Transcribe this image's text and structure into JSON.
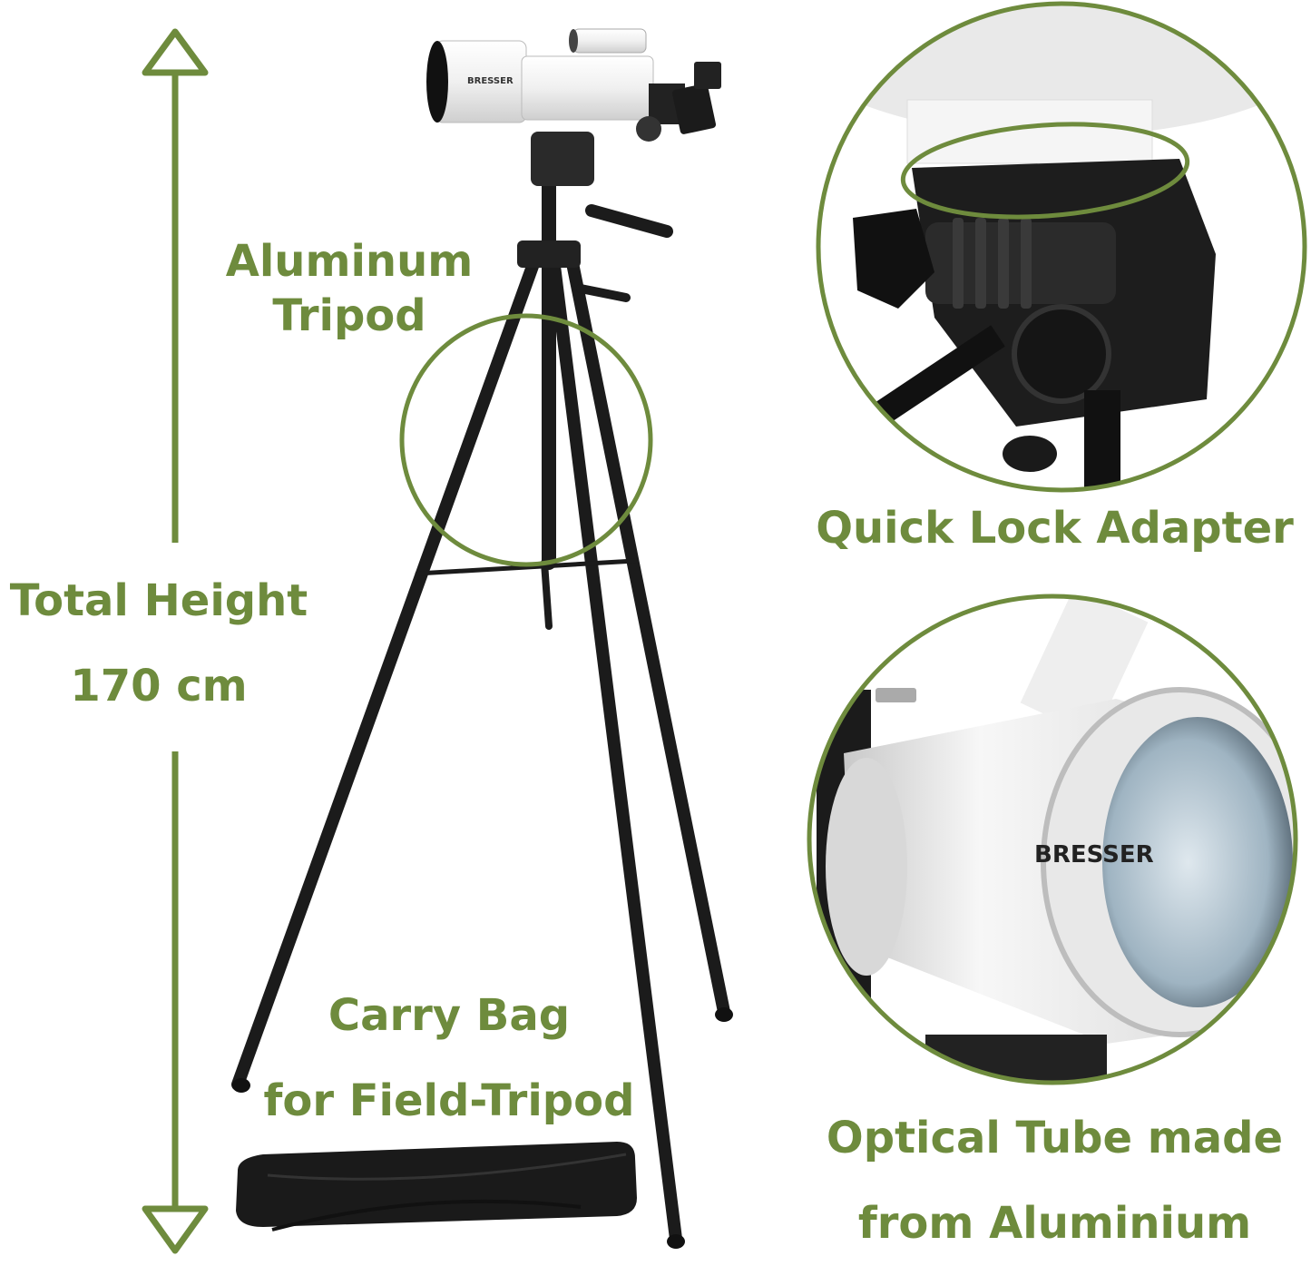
{
  "labels": {
    "tripod": [
      "Aluminum",
      "Tripod"
    ],
    "height": [
      "Total Height",
      "170 cm"
    ],
    "bag": [
      "Carry Bag",
      "for Field-Tripod"
    ],
    "adapter": "Quick Lock Adapter",
    "tube": [
      "Optical Tube made",
      "from Aluminium"
    ]
  },
  "brand": {
    "main": "BRESSER",
    "detail": "BRESSER"
  },
  "colors": {
    "accent": "#6e8b3d",
    "tripod": "#1b1b1b",
    "tube": "#f2f2f2"
  },
  "icons": [
    "double-arrow-icon",
    "tripod-highlight-circle",
    "adapter-highlight-ellipse"
  ]
}
